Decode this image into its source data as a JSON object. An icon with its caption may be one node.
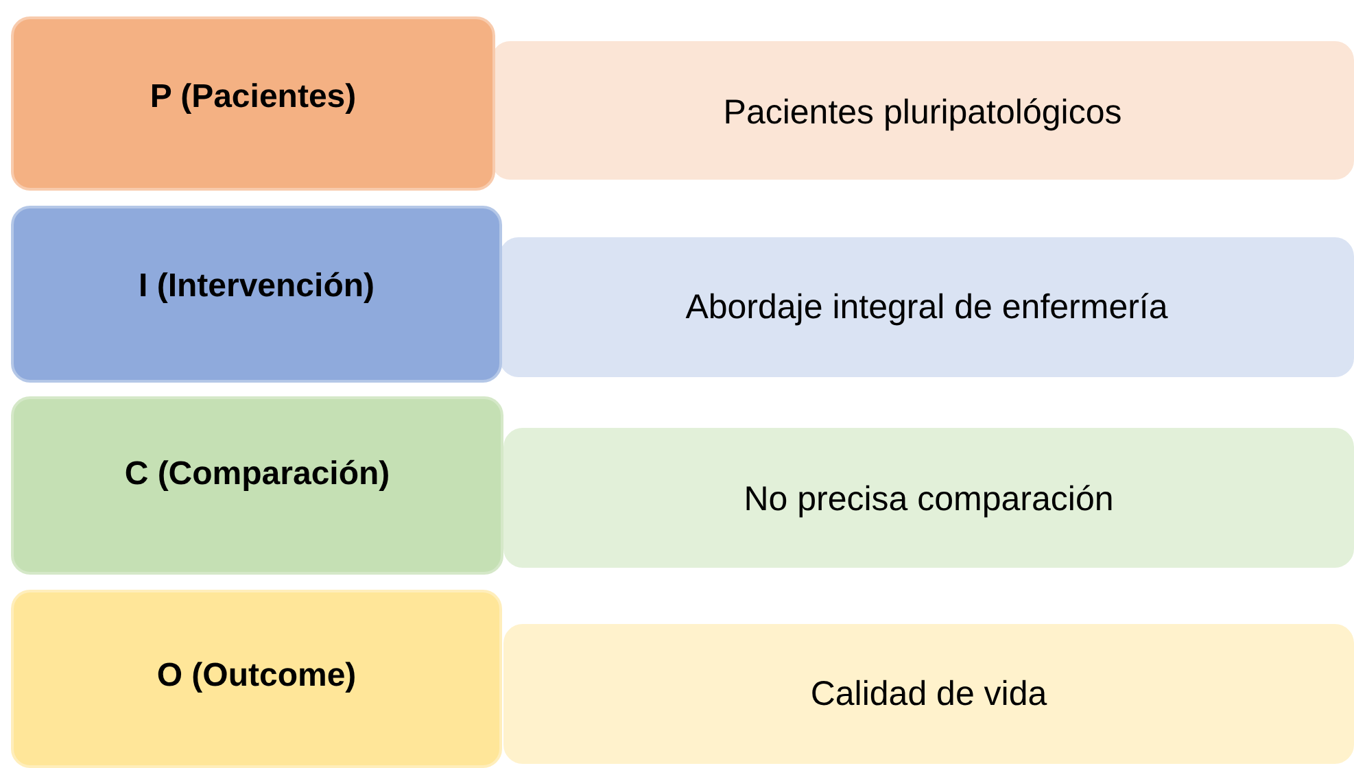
{
  "diagram": {
    "nodes": [
      {
        "text": [
          "P (Pacientes)"
        ]
      },
      {
        "text": [
          "Pacientes pluripatológicos"
        ]
      },
      {
        "text": [
          "I (Intervención)"
        ]
      },
      {
        "text": [
          "Abordaje integral de enfermería"
        ]
      },
      {
        "text": [
          "C (Comparación)"
        ]
      },
      {
        "text": [
          "No precisa comparación"
        ]
      },
      {
        "text": [
          "O (Outcome)"
        ]
      },
      {
        "text": [
          "Calidad de vida"
        ]
      }
    ]
  }
}
